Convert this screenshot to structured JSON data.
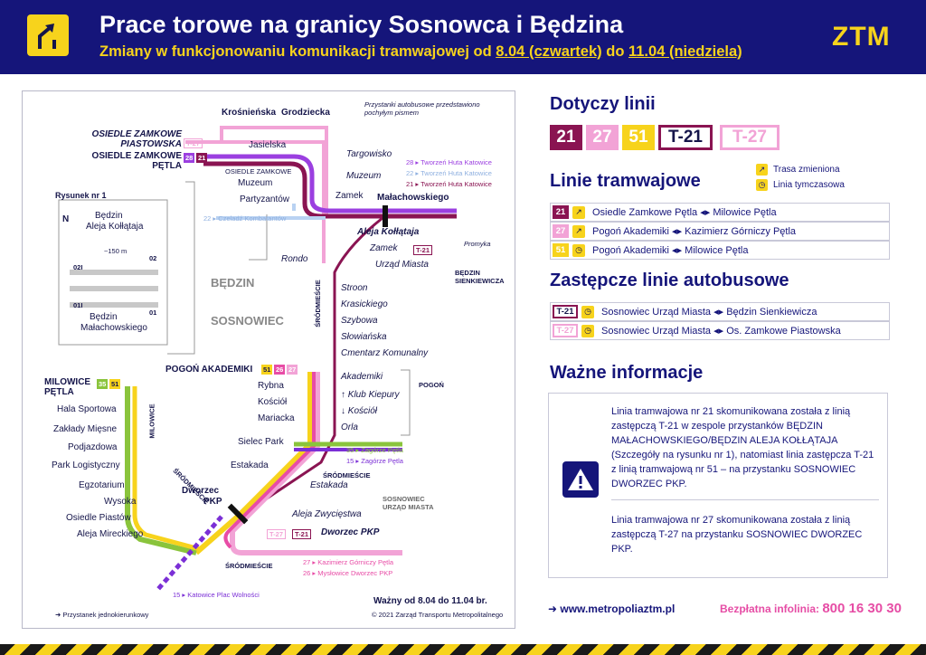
{
  "header": {
    "title": "Prace torowe na granicy Sosnowca i Będzina",
    "subtitle_pre": "Zmiany w funkcjonowaniu komunikacji tramwajowej od ",
    "date_from": "8.04 (czwartek)",
    "subtitle_mid": " do ",
    "date_to": "11.04 (niedziela)",
    "logo": "ZTM"
  },
  "map": {
    "note_italic": "Przystanki autobusowe przedstawiono pochyłym pismem",
    "stops": {
      "krosnienska": "Krośnieńska",
      "grodziecka": "Grodziecka",
      "osiedle_zamkowe_piastowska": "OSIEDLE ZAMKOWE PIASTOWSKA",
      "osiedle_zamkowe_petla": "OSIEDLE ZAMKOWE PĘTLA",
      "jasielska": "Jasielska",
      "osiedle_zamkowe": "OSIEDLE ZAMKOWE",
      "muzeum": "Muzeum",
      "partyzantow": "Partyzantów",
      "zamek": "Zamek",
      "malachowskiego": "Małachowskiego",
      "targowisko": "Targowisko",
      "muzeum_bus": "Muzeum",
      "aleja_kollataja": "Aleja Kołłątaja",
      "zamek_bus": "Zamek",
      "urzad_miasta": "Urząd Miasta",
      "rondo": "Rondo",
      "promyka": "Promyka",
      "bedzin_sienkiewicza": "BĘDZIN SIENKIEWICZA",
      "stroon": "Stroon",
      "krasickiego": "Krasickiego",
      "szybowa": "Szybowa",
      "slowianska": "Słowiańska",
      "cmentarz": "Cmentarz Komunalny",
      "pogon_akademiki": "POGOŃ AKADEMIKI",
      "akademiki": "Akademiki",
      "rybna": "Rybna",
      "klub_kiepury": "Klub Kiepury",
      "kosciol": "Kościół",
      "kosciol_bus": "Kościół",
      "mariacka": "Mariacka",
      "orla": "Orla",
      "milowice_petla": "MILOWICE PĘTLA",
      "hala_sportowa": "Hala Sportowa",
      "zaklady_miesne": "Zakłady Mięsne",
      "podjazdowa": "Podjazdowa",
      "park_logistyczny": "Park Logistyczny",
      "sielec_park": "Sielec Park",
      "estakada": "Estakada",
      "estakada_bus": "Estakada",
      "egzotarium": "Egzotarium",
      "wysoka": "Wysoka",
      "osiedle_piastow": "Osiedle Piastów",
      "aleja_mireckiego": "Aleja Mireckiego",
      "dworzec_pkp": "Dworzec PKP",
      "dworzec": "Dworzec",
      "pkp": "PKP",
      "aleja_zwyciestwa": "Aleja Zwycięstwa",
      "dworzec_pkp_bus": "Dworzec PKP",
      "sosnowiec_urzad": "SOSNOWIEC URZĄD MIASTA"
    },
    "districts": {
      "bedzin": "BĘDZIN",
      "sosnowiec": "SOSNOWIEC",
      "srodmiescie": "ŚRÓDMIEŚCIE",
      "milowice": "MILOWICE",
      "pogon": "POGOŃ"
    },
    "directions": {
      "d28": "Tworzeń Huta Katowice",
      "d22": "Tworzeń Huta Katowice",
      "d21": "Tworzeń Huta Katowice",
      "d22b": "Czeladź Kombatantów",
      "d35": "Zagórze Pętla",
      "d15": "Zagórze Pętla",
      "d27": "Kazimierz Górniczy Pętla",
      "d26": "Mysłowice Dworzec PKP",
      "d15b": "Katowice Plac Wolności"
    },
    "nums": {
      "n28": "28",
      "n22": "22",
      "n21": "21",
      "n35": "35",
      "n15": "15",
      "n27": "27",
      "n26": "26",
      "n51": "51",
      "t21": "T-21",
      "t27": "T-27"
    },
    "inset": {
      "label": "Rysunek nr 1",
      "n": "N",
      "top1": "Będzin",
      "top2": "Aleja Kołłątaja",
      "dist": "~150 m",
      "bot1": "Będzin",
      "bot2": "Małachowskiego",
      "p1": "02I",
      "p2": "02",
      "p3": "01I",
      "p4": "01"
    },
    "valid": "Ważny od 8.04 do 11.04 br.",
    "copyright": "© 2021 Zarząd Transportu Metropolitalnego",
    "legend_oneway": "Przystanek jednokierunkowy"
  },
  "right": {
    "lines_title": "Dotyczy linii",
    "badges": [
      "21",
      "27",
      "51",
      "T-21",
      "T-27"
    ],
    "tram_title": "Linie tramwajowe",
    "legend_changed": "Trasa zmieniona",
    "legend_temp": "Linia tymczasowa",
    "tram_rows": [
      {
        "num": "21",
        "text": "Osiedle Zamkowe Pętla  ◂▸  Milowice Pętla"
      },
      {
        "num": "27",
        "text": "Pogoń Akademiki  ◂▸  Kazimierz Górniczy Pętla"
      },
      {
        "num": "51",
        "text": "Pogoń Akademiki  ◂▸  Milowice Pętla"
      }
    ],
    "bus_title": "Zastępcze linie autobusowe",
    "bus_rows": [
      {
        "num": "T-21",
        "text": "Sosnowiec Urząd Miasta  ◂▸  Będzin Sienkiewicza"
      },
      {
        "num": "T-27",
        "text": "Sosnowiec Urząd Miasta  ◂▸  Os. Zamkowe Piastowska"
      }
    ],
    "info_title": "Ważne informacje",
    "info1": "Linia tramwajowa nr 21 skomunikowana została z linią zastępczą T-21 w zespole przystanków BĘDZIN MAŁACHOWSKIEGO/BĘDZIN ALEJA KOŁŁĄTAJA (Szczegóły na rysunku nr 1), natomiast linia zastępcza T-21 z linią tramwajową nr 51 – na przystanku SOSNOWIEC DWORZEC PKP.",
    "info2": "Linia tramwajowa nr 27 skomunikowana została z linią zastępczą T-27 na przystanku SOSNOWIEC DWORZEC PKP.",
    "url": "www.metropoliaztm.pl",
    "tel_label": "Bezpłatna infolinia: ",
    "tel": "800 16 30 30"
  },
  "colors": {
    "navy": "#15157a",
    "yellow": "#f7d31c",
    "l21": "#8a1452",
    "l27": "#f2a3d6",
    "l51": "#f7d31c",
    "l28": "#9b3fe0",
    "l22": "#b9d2f2",
    "l35": "#8ac43c",
    "l15": "#7b2fd6",
    "l26": "#e84ca6",
    "bus": "#8a1452"
  }
}
